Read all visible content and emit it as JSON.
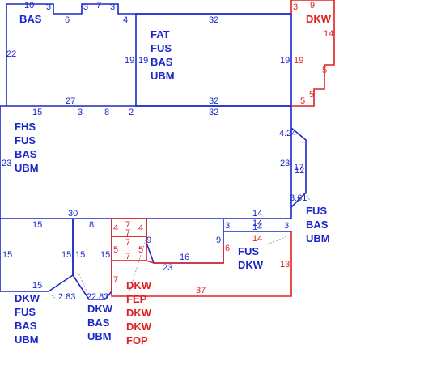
{
  "colors": {
    "blue": "#1a28c8",
    "red": "#e02020",
    "background": "#ffffff"
  },
  "labels": {
    "bas_top": "BAS",
    "fat_group": [
      "FAT",
      "FUS",
      "BAS",
      "UBM"
    ],
    "dkw_top_right": "DKW",
    "fhs_group": [
      "FHS",
      "FUS",
      "BAS",
      "UBM"
    ],
    "fus_right_group": [
      "FUS",
      "BAS",
      "UBM"
    ],
    "fus_dkw_group": [
      "FUS",
      "DKW"
    ],
    "dkw_bottom_left_group": [
      "DKW",
      "FUS",
      "BAS",
      "UBM"
    ],
    "dkw_bottom_mid_group": [
      "DKW",
      "BAS",
      "UBM"
    ],
    "red_bottom_group": [
      "DKW",
      "FEP",
      "DKW",
      "DKW",
      "FOP"
    ]
  },
  "dimensions": {
    "top_left_10": "10",
    "top_left_3a": "3",
    "top_3b": "3",
    "top_7": "7",
    "top_3c": "3",
    "top_6": "6",
    "top_4": "4",
    "top_32": "32",
    "left_22": "22",
    "mid_19_left": "19",
    "mid_19_right": "19",
    "right_19_blue": "19",
    "right_19_red": "19",
    "bottom_27": "27",
    "bottom_32": "32",
    "red_top_3": "3",
    "red_top_9": "9",
    "red_14": "14",
    "red_5a": "5",
    "red_5b": "5",
    "red_5c": "5",
    "fhs_top_15": "15",
    "fhs_top_3": "3",
    "fhs_top_8": "8",
    "fhs_top_2": "2",
    "fhs_top_32": "32",
    "fhs_left_23": "23",
    "fhs_right_23": "23",
    "ext_424": "4.24",
    "ext_17": "17",
    "ext_12": "12",
    "ext_361": "3.61",
    "fhs_bottom_30": "30",
    "fhs_bottom_8": "8",
    "right_top_14": "14",
    "right_14b": "14",
    "right_3a": "3",
    "right_14c": "14",
    "right_3b": "3",
    "right_red_14": "14",
    "bl_top_15": "15",
    "bl_left_15": "15",
    "bl_right_15": "15",
    "bl_bottom_15": "15",
    "bl_283": "2.83",
    "bm_15a": "15",
    "bm_15b": "15",
    "bm_2": "2",
    "bm_283": "2.83",
    "red_4a": "4",
    "red_7a": "7",
    "red_4b": "4",
    "red_7b": "7",
    "red_5d": "5",
    "red_7c": "7",
    "red_5e": "5",
    "red_7d": "7",
    "red_7e": "7",
    "blue_9a": "9",
    "blue_23": "23",
    "blue_16": "16",
    "blue_9b": "9",
    "red_6": "6",
    "red_13": "13",
    "red_37": "37"
  }
}
